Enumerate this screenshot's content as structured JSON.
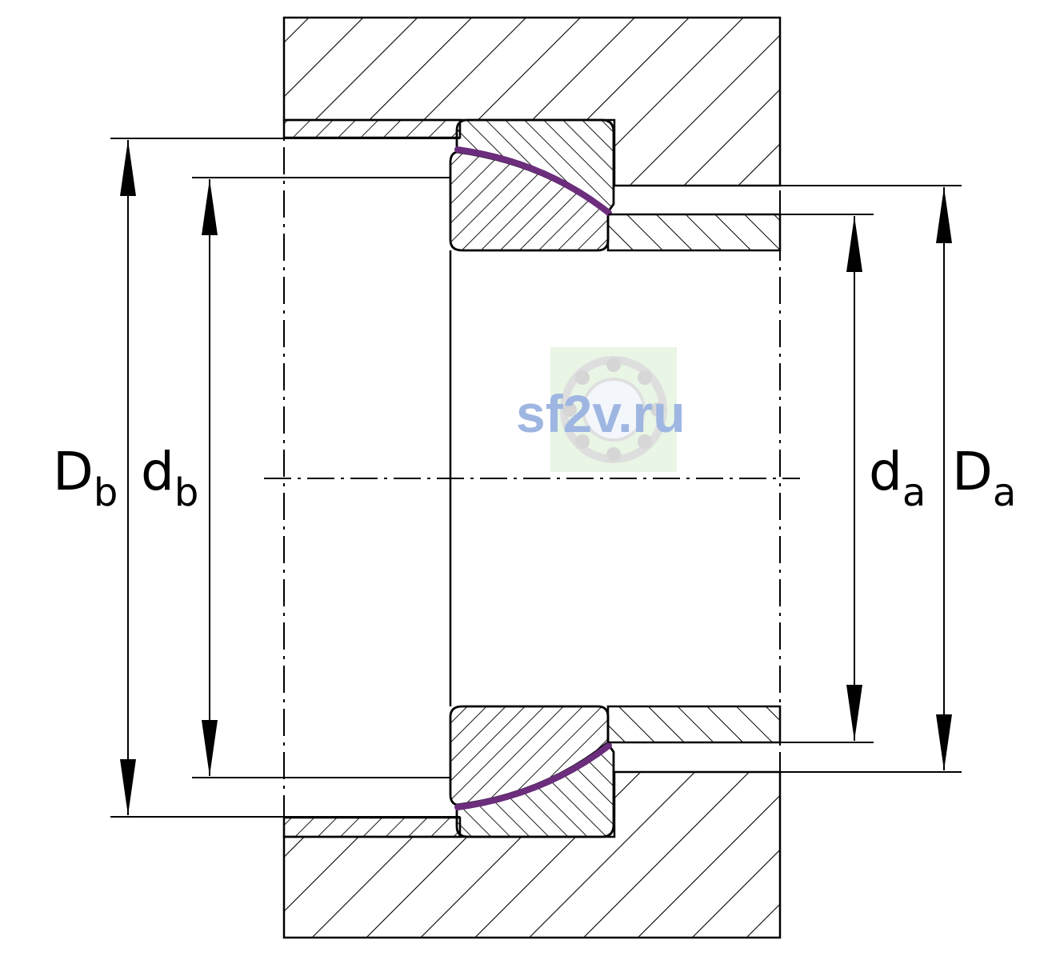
{
  "labels": {
    "Db": {
      "main": "D",
      "sub": "b"
    },
    "db": {
      "main": "d",
      "sub": "b"
    },
    "da": {
      "main": "d",
      "sub": "a"
    },
    "Da": {
      "main": "D",
      "sub": "a"
    }
  },
  "watermark": {
    "text": "sf2v.ru"
  },
  "colors": {
    "line": "#000000",
    "liner": "#6b2d7c",
    "watermark_text": "#8eaadc",
    "watermark_bg": "#e6f4e1"
  }
}
